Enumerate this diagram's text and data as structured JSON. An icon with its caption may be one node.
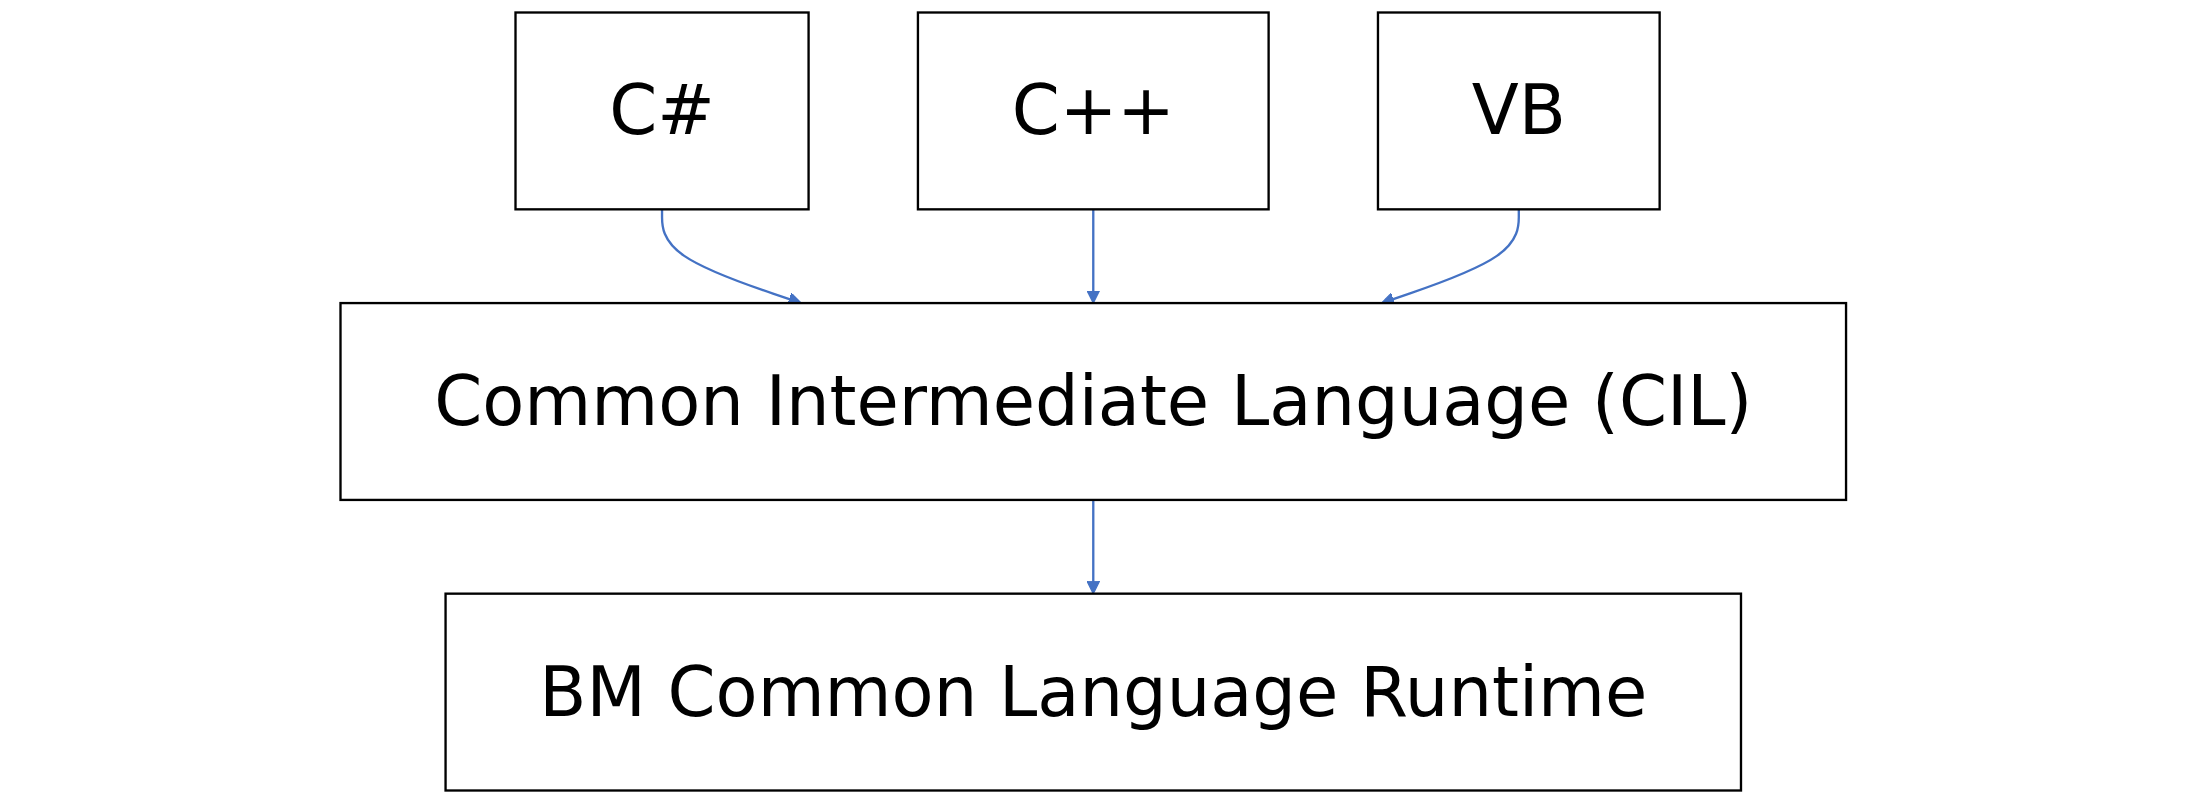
{
  "diagram": {
    "nodes": [
      {
        "text": [
          "C#"
        ]
      },
      {
        "text": [
          "C++"
        ]
      },
      {
        "text": [
          "VB"
        ]
      },
      {
        "text": [
          "Common Intermediate Language (CIL)"
        ]
      },
      {
        "text": [
          "BM Common Language Runtime"
        ]
      }
    ],
    "edges": [
      {
        "from": 0,
        "to": 3,
        "arrow": "to"
      },
      {
        "from": 1,
        "to": 3,
        "arrow": "to"
      },
      {
        "from": 2,
        "to": 3,
        "arrow": "to"
      },
      {
        "from": 3,
        "to": 4,
        "arrow": "to"
      }
    ]
  }
}
